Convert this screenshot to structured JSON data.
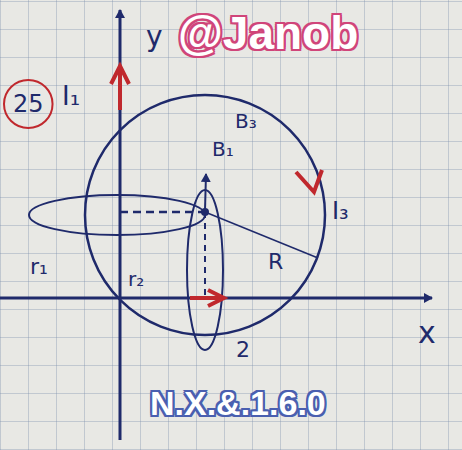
{
  "diagram": {
    "nodes": [
      {
        "text": [
          "25"
        ]
      }
    ],
    "labels": [
      "@Janob",
      "y",
      "I₁",
      "B₃",
      "B₁",
      "I₃",
      "R",
      "r₁",
      "r₂",
      "2",
      "x",
      "N.X.&.1.6.0"
    ]
  }
}
